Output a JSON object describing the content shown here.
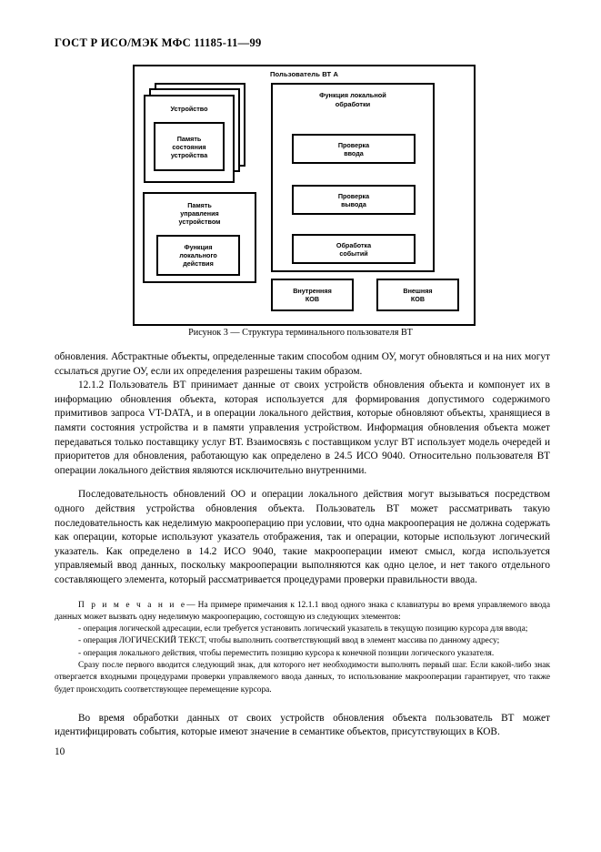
{
  "header": {
    "standard_title": "ГОСТ Р ИСО/МЭК МФС 11185-11—99"
  },
  "figure": {
    "title": "Пользователь ВТ А",
    "device_box": {
      "title": "Устройство",
      "inner_label": "Память\nсостояния\nустройства"
    },
    "management_box": {
      "title": "Память\nуправления\nустройством",
      "inner_label": "Функция\nлокального\nдействия"
    },
    "local_processing": {
      "title": "Функция локальной\nобработки",
      "items": [
        "Проверка\nввода",
        "Проверка\nвывода",
        "Обработка\nсобытий"
      ]
    },
    "kov_boxes": [
      "Внутренняя\nКОВ",
      "Внешняя\nКОВ"
    ],
    "caption": "Рисунок 3 — Структура терминального пользователя ВТ"
  },
  "body": {
    "para1": "обновления. Абстрактные объекты, определенные таким способом одним ОУ, могут обновляться и на них могут ссылаться другие ОУ, если их определения разрешены таким образом.",
    "para2": "12.1.2  Пользователь ВТ принимает данные от своих устройств обновления объекта и компонует их в информацию обновления объекта, которая используется для формирования допустимого содержимого примитивов запроса VT-DATA, и в операции локального действия, которые обновляют объекты, хранящиеся в памяти состояния устройства и в памяти управления устройством. Информация обновления объекта может передаваться только поставщику услуг ВТ. Взаимосвязь с поставщиком услуг ВТ использует модель очередей и приоритетов для обновления, работающую как определено в 24.5 ИСО 9040. Относительно пользователя ВТ операции локального действия являются исключительно внутренними.",
    "para3": "Последовательность обновлений ОО и операции локального действия могут вызываться посредством одного действия устройства обновления объекта. Пользователь ВТ может рассматривать такую последовательность как неделимую макрооперацию при условии, что одна макрооперация не должна содержать как операции, которые используют указатель отображения, так и операции, которые используют логический указатель. Как определено в 14.2 ИСО 9040, такие макрооперации имеют смысл, когда используется управляемый ввод данных, поскольку макрооперации выполняются как одно целое, и нет такого отдельного составляющего элемента, который рассматривается процедурами проверки правильности ввода.",
    "note_label": "П р и м е ч а н и е",
    "note_intro": "— На примере примечания к 12.1.1 ввод одного знака с клавиатуры во время управляемого ввода данных может вызвать одну неделимую макрооперацию, состоящую из следующих элементов:",
    "note_items": [
      "- операция логической адресации, если требуется установить логический указатель в текущую позицию курсора для ввода;",
      "- операция ЛОГИЧЕСКИЙ ТЕКСТ, чтобы выполнить соответствующий ввод в элемент массива по данному адресу;",
      "- операция локального действия, чтобы переместить позицию курсора к конечной позиции логического указателя."
    ],
    "note_tail": "Сразу после первого вводится следующий знак, для которого нет необходимости выполнять первый шаг. Если какой-либо знак отвергается входными процедурами проверки управляемого ввода данных, то использование макрооперации гарантирует, что также будет происходить соответствующее перемещение курсора.",
    "para4": "Во время обработки данных от своих устройств обновления объекта пользователь ВТ может идентифицировать события, которые имеют значение в семантике объектов, присутствующих в КОВ.",
    "page_number": "10"
  }
}
